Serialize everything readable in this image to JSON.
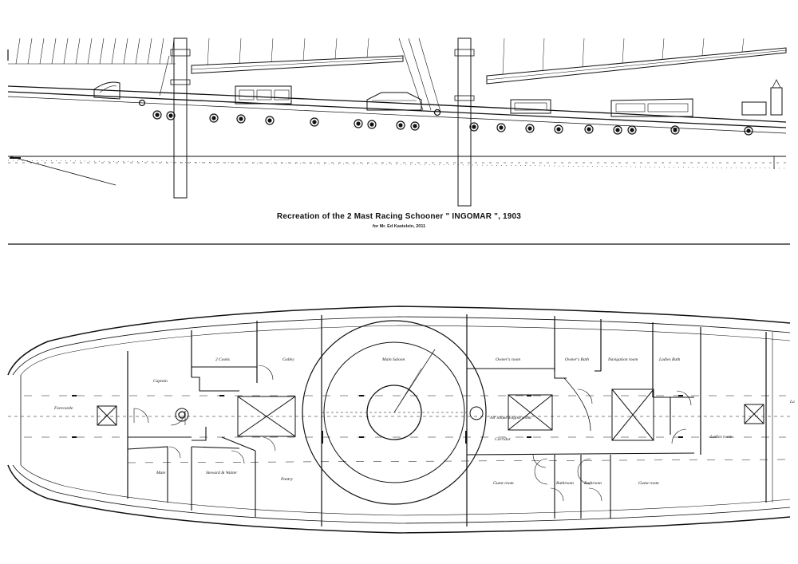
{
  "title": "Recreation of the 2 Mast Racing Schooner \" INGOMAR \", 1903",
  "subtitle": "for Mr. Ed Kastelein, 2011",
  "rooms": {
    "forecastle": "Forecastle",
    "captain": "Captain",
    "cooks": "2 Cooks",
    "galley": "Galley",
    "main_saloon": "Main Saloon",
    "owners_room": "Owner's room",
    "owners_bath": "Owner's Bath",
    "navigation_room": "Navigation room",
    "ladies_bath": "Ladies Bath",
    "ladies_room": "Ladies room",
    "air_intake": "Air intake Engine room",
    "corridor": "Corridor",
    "mate": "Mate",
    "steward": "Steward & Waiter",
    "pantry": "Pantry",
    "guest_room_1": "Guest room",
    "bathroom_1": "Bathroom",
    "bathroom_2": "Bathroom",
    "guest_room_2": "Guest room",
    "edge_label": "La"
  },
  "colors": {
    "ink": "#111111",
    "paper": "#ffffff"
  }
}
